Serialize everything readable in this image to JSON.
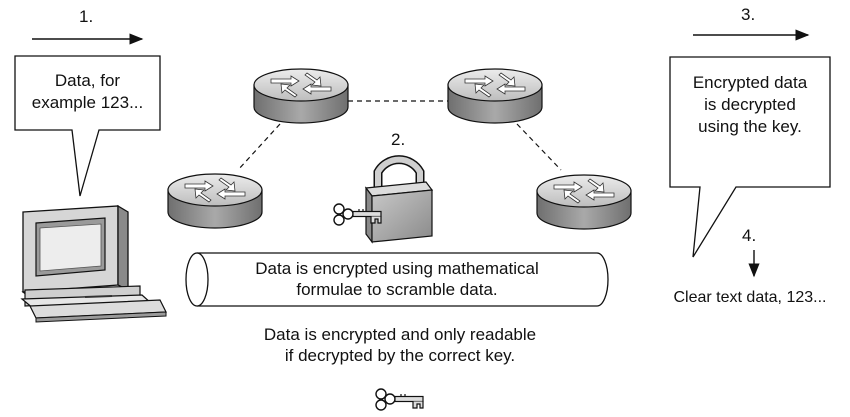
{
  "steps": {
    "s1": "1.",
    "s2": "2.",
    "s3": "3.",
    "s4": "4."
  },
  "callout_left": {
    "line1": "Data, for",
    "line2": "example 123..."
  },
  "callout_right": {
    "line1": "Encrypted data",
    "line2": "is decrypted",
    "line3": "using the key."
  },
  "tunnel": {
    "line1": "Data is encrypted using mathematical",
    "line2": "formulae to scramble data."
  },
  "caption": {
    "line1": "Data is encrypted and only readable",
    "line2": "if decrypted by the correct key."
  },
  "result": "Clear text data, 123...",
  "icons": [
    "computer-icon",
    "router-icon",
    "padlock-icon",
    "key-icon"
  ],
  "colors": {
    "router_top": "#d9d9d9",
    "router_side": "#8c8c8c",
    "outline": "#111111",
    "lock_body": "#a8a8a8"
  }
}
